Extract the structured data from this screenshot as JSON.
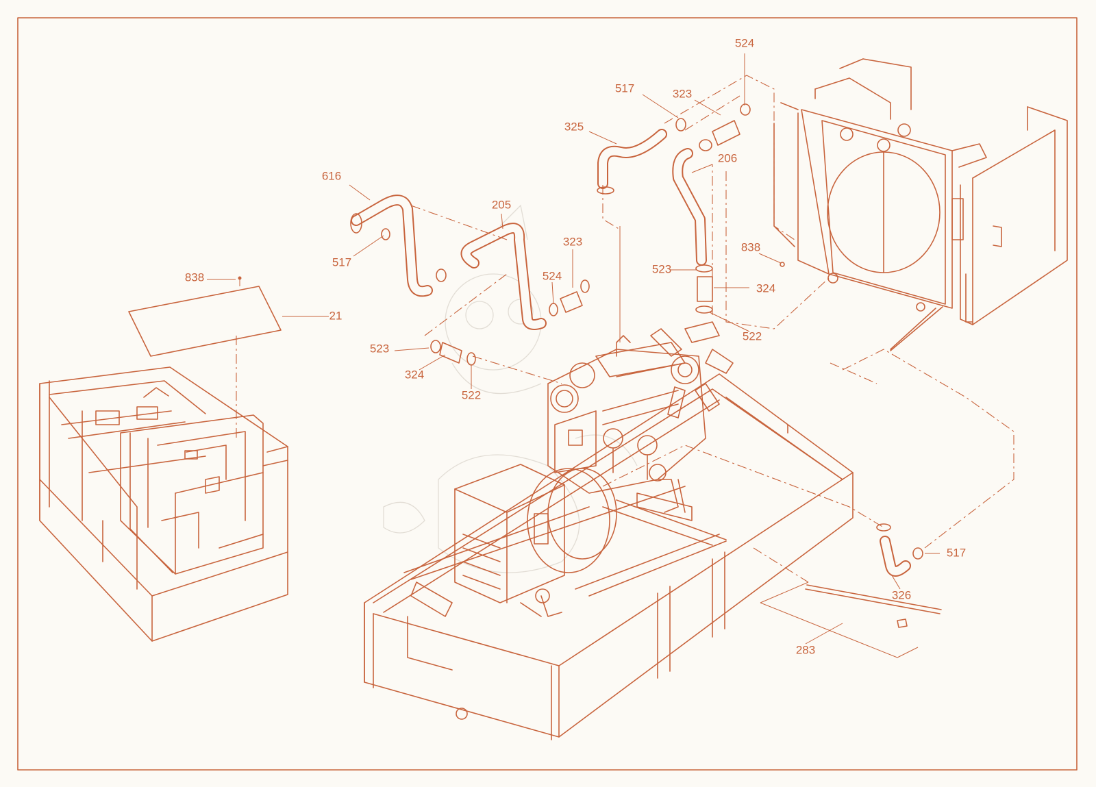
{
  "colors": {
    "line": "#c8643d",
    "background": "#fcfaf5",
    "text": "#c8643d",
    "watermark": "#e2ddd5"
  },
  "labels": [
    {
      "id": "callout-524-top",
      "text": "524"
    },
    {
      "id": "callout-517-top",
      "text": "517"
    },
    {
      "id": "callout-323-top",
      "text": "323"
    },
    {
      "id": "callout-325",
      "text": "325"
    },
    {
      "id": "callout-206",
      "text": "206"
    },
    {
      "id": "callout-616",
      "text": "616"
    },
    {
      "id": "callout-205",
      "text": "205"
    },
    {
      "id": "callout-517-left",
      "text": "517"
    },
    {
      "id": "callout-323-mid",
      "text": "323"
    },
    {
      "id": "callout-524-mid",
      "text": "524"
    },
    {
      "id": "callout-838-right",
      "text": "838"
    },
    {
      "id": "callout-523-right",
      "text": "523"
    },
    {
      "id": "callout-324-right",
      "text": "324"
    },
    {
      "id": "callout-522-right",
      "text": "522"
    },
    {
      "id": "callout-838-left",
      "text": "838"
    },
    {
      "id": "callout-21",
      "text": "21"
    },
    {
      "id": "callout-523-left",
      "text": "523"
    },
    {
      "id": "callout-324-left",
      "text": "324"
    },
    {
      "id": "callout-522-left",
      "text": "522"
    },
    {
      "id": "callout-517-bottom",
      "text": "517"
    },
    {
      "id": "callout-326",
      "text": "326"
    },
    {
      "id": "callout-283",
      "text": "283"
    }
  ]
}
